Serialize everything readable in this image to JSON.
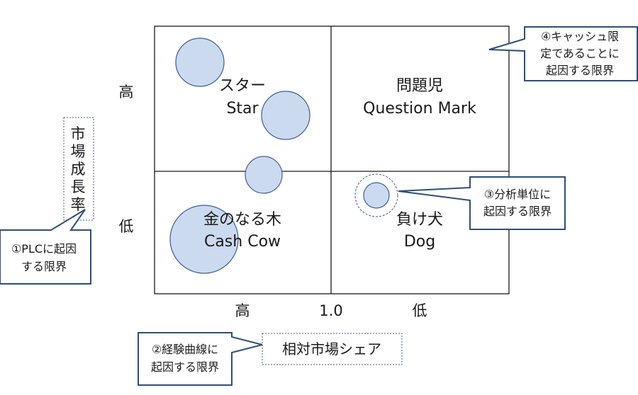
{
  "quadrants": {
    "star": {
      "jp": "スター",
      "en": "Star"
    },
    "question_mark": {
      "jp": "問題児",
      "en": "Question Mark"
    },
    "cash_cow": {
      "jp": "金のなる木",
      "en": "Cash Cow"
    },
    "dog": {
      "jp": "負け犬",
      "en": "Dog"
    }
  },
  "y_axis": {
    "title": "市場成長率",
    "high": "高",
    "low": "低"
  },
  "x_axis": {
    "title": "相対市場シェア",
    "high": "高",
    "mid": "1.0",
    "low": "低"
  },
  "callouts": {
    "plc": {
      "lines": [
        "①PLCに起因",
        "する限界"
      ]
    },
    "experience_curve": {
      "lines": [
        "②経験曲線に",
        "起因する限界"
      ]
    },
    "analysis_unit": {
      "lines": [
        "③分析単位に",
        "起因する限界"
      ]
    },
    "cash_only": {
      "lines": [
        "④キャッシュ限",
        "定であることに",
        "起因する限界"
      ]
    }
  },
  "colors": {
    "bubble_fill": "#ccdaf0",
    "bubble_stroke": "#3e5f8f",
    "callout_border": "#2f4f79",
    "grid_line": "#1a1a1a"
  }
}
